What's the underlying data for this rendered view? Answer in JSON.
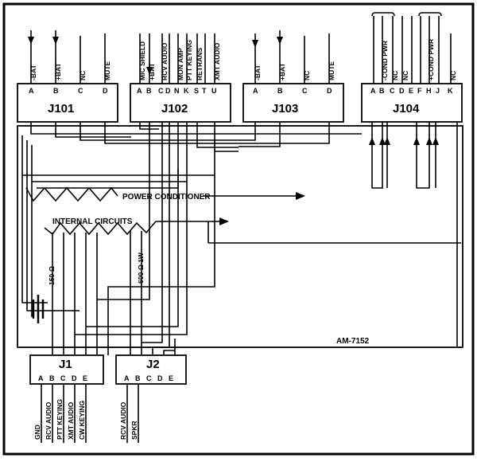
{
  "connectors": {
    "j101": {
      "label": "J101",
      "pins": [
        "A",
        "B",
        "C",
        "D"
      ],
      "signals": [
        "-BAT",
        "+BAT",
        "NC",
        "MUTE"
      ]
    },
    "j102": {
      "label": "J102",
      "pins": [
        "A",
        "B",
        "C",
        "D",
        "N",
        "K",
        "S",
        "T",
        "U"
      ],
      "signals": [
        "MIC SHIELD",
        "+BAT",
        "RCV AUDIO",
        "MON AMP",
        "PTT KEYING",
        "RETRANS",
        "XMT AUDIO"
      ]
    },
    "j103": {
      "label": "J103",
      "pins": [
        "A",
        "B",
        "C",
        "D"
      ],
      "signals": [
        "-BAT",
        "+BAT",
        "NC",
        "MUTE"
      ]
    },
    "j104": {
      "label": "J104",
      "pins": [
        "A",
        "B",
        "C",
        "D",
        "E",
        "F",
        "H",
        "J",
        "K"
      ],
      "signals": [
        "-COND PWR",
        "NC",
        "NC",
        "+COND PWR",
        "NC"
      ]
    },
    "j1": {
      "label": "J1",
      "pins": [
        "A",
        "B",
        "C",
        "D",
        "E"
      ],
      "signals": [
        "GND",
        "RCV AUDIO",
        "PTT KEYING",
        "XMT AUDIO",
        "CW KEYING"
      ]
    },
    "j2": {
      "label": "J2",
      "pins": [
        "A",
        "B",
        "C",
        "D",
        "E"
      ],
      "signals": [
        "RCV AUDIO",
        "SPKR"
      ]
    }
  },
  "labels": {
    "power_conditioner": "POWER CONDITIONER",
    "internal_circuits": "INTERNAL CIRCUITS",
    "resistor_150": "150-Ω",
    "resistor_600": "600-Ω 1W",
    "figure_id": "AM-7152"
  }
}
